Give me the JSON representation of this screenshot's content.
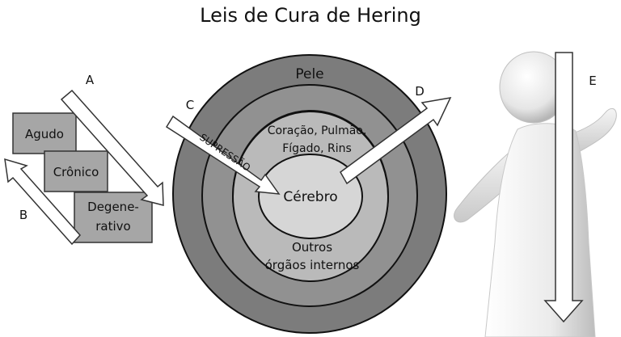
{
  "title": "Leis de Cura de Hering",
  "boxes": {
    "agudo": "Agudo",
    "cronico": "Crônico",
    "degen_line1": "Degene-",
    "degen_line2": "rativo"
  },
  "labels": {
    "a": "A",
    "b": "B",
    "c": "C",
    "d": "D",
    "e": "E"
  },
  "rings": {
    "pele": "Pele",
    "organs_line1": "Coração, Pulmão,",
    "organs_line2": "Fígado, Rins",
    "center": "Cérebro",
    "others_line1": "Outros",
    "others_line2": "órgãos internos"
  },
  "arrow_c_text": "SUPRESSÃO",
  "colors": {
    "ring_outer": "#7c7c7c",
    "ring_2": "#919191",
    "ring_3": "#a5a5a5",
    "ring_4": "#bababa",
    "center": "#d6d6d6",
    "box_fill": "#a6a6a6"
  }
}
